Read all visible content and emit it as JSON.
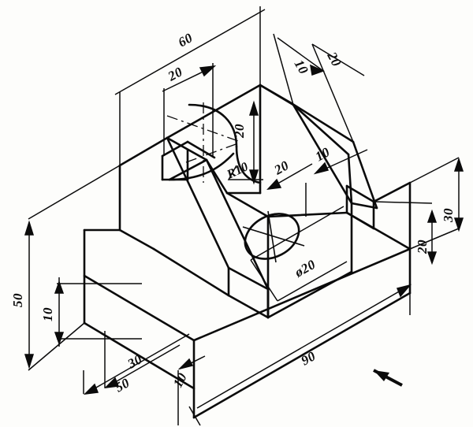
{
  "drawing": {
    "title": "Isometric Pictorial Drawing",
    "type": "isometric-technical-drawing",
    "background_color": "#fdfdfb",
    "line_color": "#0b0b0b",
    "units": "mm"
  },
  "dimensions": {
    "top_overall_60": "60",
    "top_slot_20": "20",
    "rear_rib_10": "10",
    "rear_top_20": "20",
    "slot_depth_20": "20",
    "fillet_r10": "R10",
    "mid_20": "20",
    "mid_10": "10",
    "right_20": "20",
    "right_30": "30",
    "hole_dia_20": "ø20",
    "left_50": "50",
    "left_10": "10",
    "base_notch_30": "30",
    "base_50": "50",
    "base_10": "10",
    "front_90": "90"
  },
  "annotations": {
    "view_arrow": "view-direction-arrow"
  }
}
